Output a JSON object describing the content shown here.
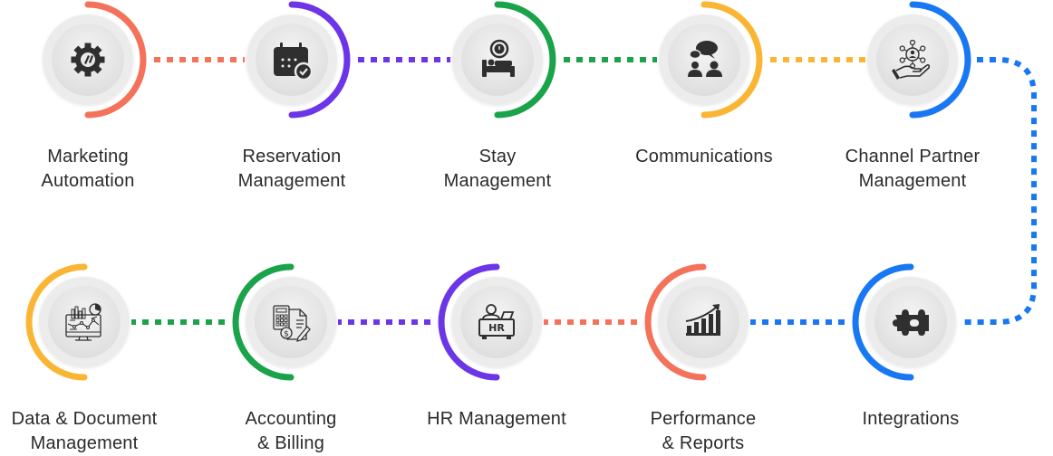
{
  "colors": {
    "orange": "#F4725A",
    "purple": "#6C35E8",
    "green": "#1AA34A",
    "yellow": "#FBB534",
    "blue": "#1877F2",
    "icon": "#2f2f2f",
    "text": "#2b2b2b"
  },
  "steps": [
    {
      "id": "marketing-automation",
      "lines": [
        "Marketing",
        "Automation"
      ],
      "icon": "gear-icon",
      "color": "#F4725A",
      "arc_side": "right"
    },
    {
      "id": "reservation-management",
      "lines": [
        "Reservation",
        "Management"
      ],
      "icon": "calendar-check-icon",
      "color": "#6C35E8",
      "arc_side": "right"
    },
    {
      "id": "stay-management",
      "lines": [
        "Stay",
        "Management"
      ],
      "icon": "bed-clock-icon",
      "color": "#1AA34A",
      "arc_side": "right"
    },
    {
      "id": "communications",
      "lines": [
        "Communications"
      ],
      "icon": "chat-people-icon",
      "color": "#FBB534",
      "arc_side": "right"
    },
    {
      "id": "channel-partner-management",
      "lines": [
        "Channel Partner",
        "Management"
      ],
      "icon": "network-hand-icon",
      "color": "#1877F2",
      "arc_side": "right"
    },
    {
      "id": "integrations",
      "lines": [
        "Integrations"
      ],
      "icon": "puzzle-icon",
      "color": "#1877F2",
      "arc_side": "left"
    },
    {
      "id": "performance-reports",
      "lines": [
        "Performance",
        "& Reports"
      ],
      "icon": "growth-chart-icon",
      "color": "#F4725A",
      "arc_side": "left"
    },
    {
      "id": "hr-management",
      "lines": [
        "HR Management"
      ],
      "icon": "hr-desk-icon",
      "color": "#6C35E8",
      "arc_side": "left"
    },
    {
      "id": "accounting-billing",
      "lines": [
        "Accounting",
        "& Billing"
      ],
      "icon": "calculator-invoice-icon",
      "color": "#1AA34A",
      "arc_side": "left"
    },
    {
      "id": "data-document-management",
      "lines": [
        "Data & Document",
        "Management"
      ],
      "icon": "analytics-monitor-icon",
      "color": "#FBB534",
      "arc_side": "left"
    }
  ],
  "connectors": [
    {
      "from": "marketing-automation",
      "to": "reservation-management",
      "color": "#F4725A"
    },
    {
      "from": "reservation-management",
      "to": "stay-management",
      "color": "#6C35E8"
    },
    {
      "from": "stay-management",
      "to": "communications",
      "color": "#1AA34A"
    },
    {
      "from": "communications",
      "to": "channel-partner-management",
      "color": "#FBB534"
    },
    {
      "from": "channel-partner-management",
      "to": "integrations",
      "color": "#1877F2"
    },
    {
      "from": "integrations",
      "to": "performance-reports",
      "color": "#1877F2"
    },
    {
      "from": "performance-reports",
      "to": "hr-management",
      "color": "#F4725A"
    },
    {
      "from": "hr-management",
      "to": "accounting-billing",
      "color": "#6C35E8"
    },
    {
      "from": "accounting-billing",
      "to": "data-document-management",
      "color": "#1AA34A"
    }
  ]
}
